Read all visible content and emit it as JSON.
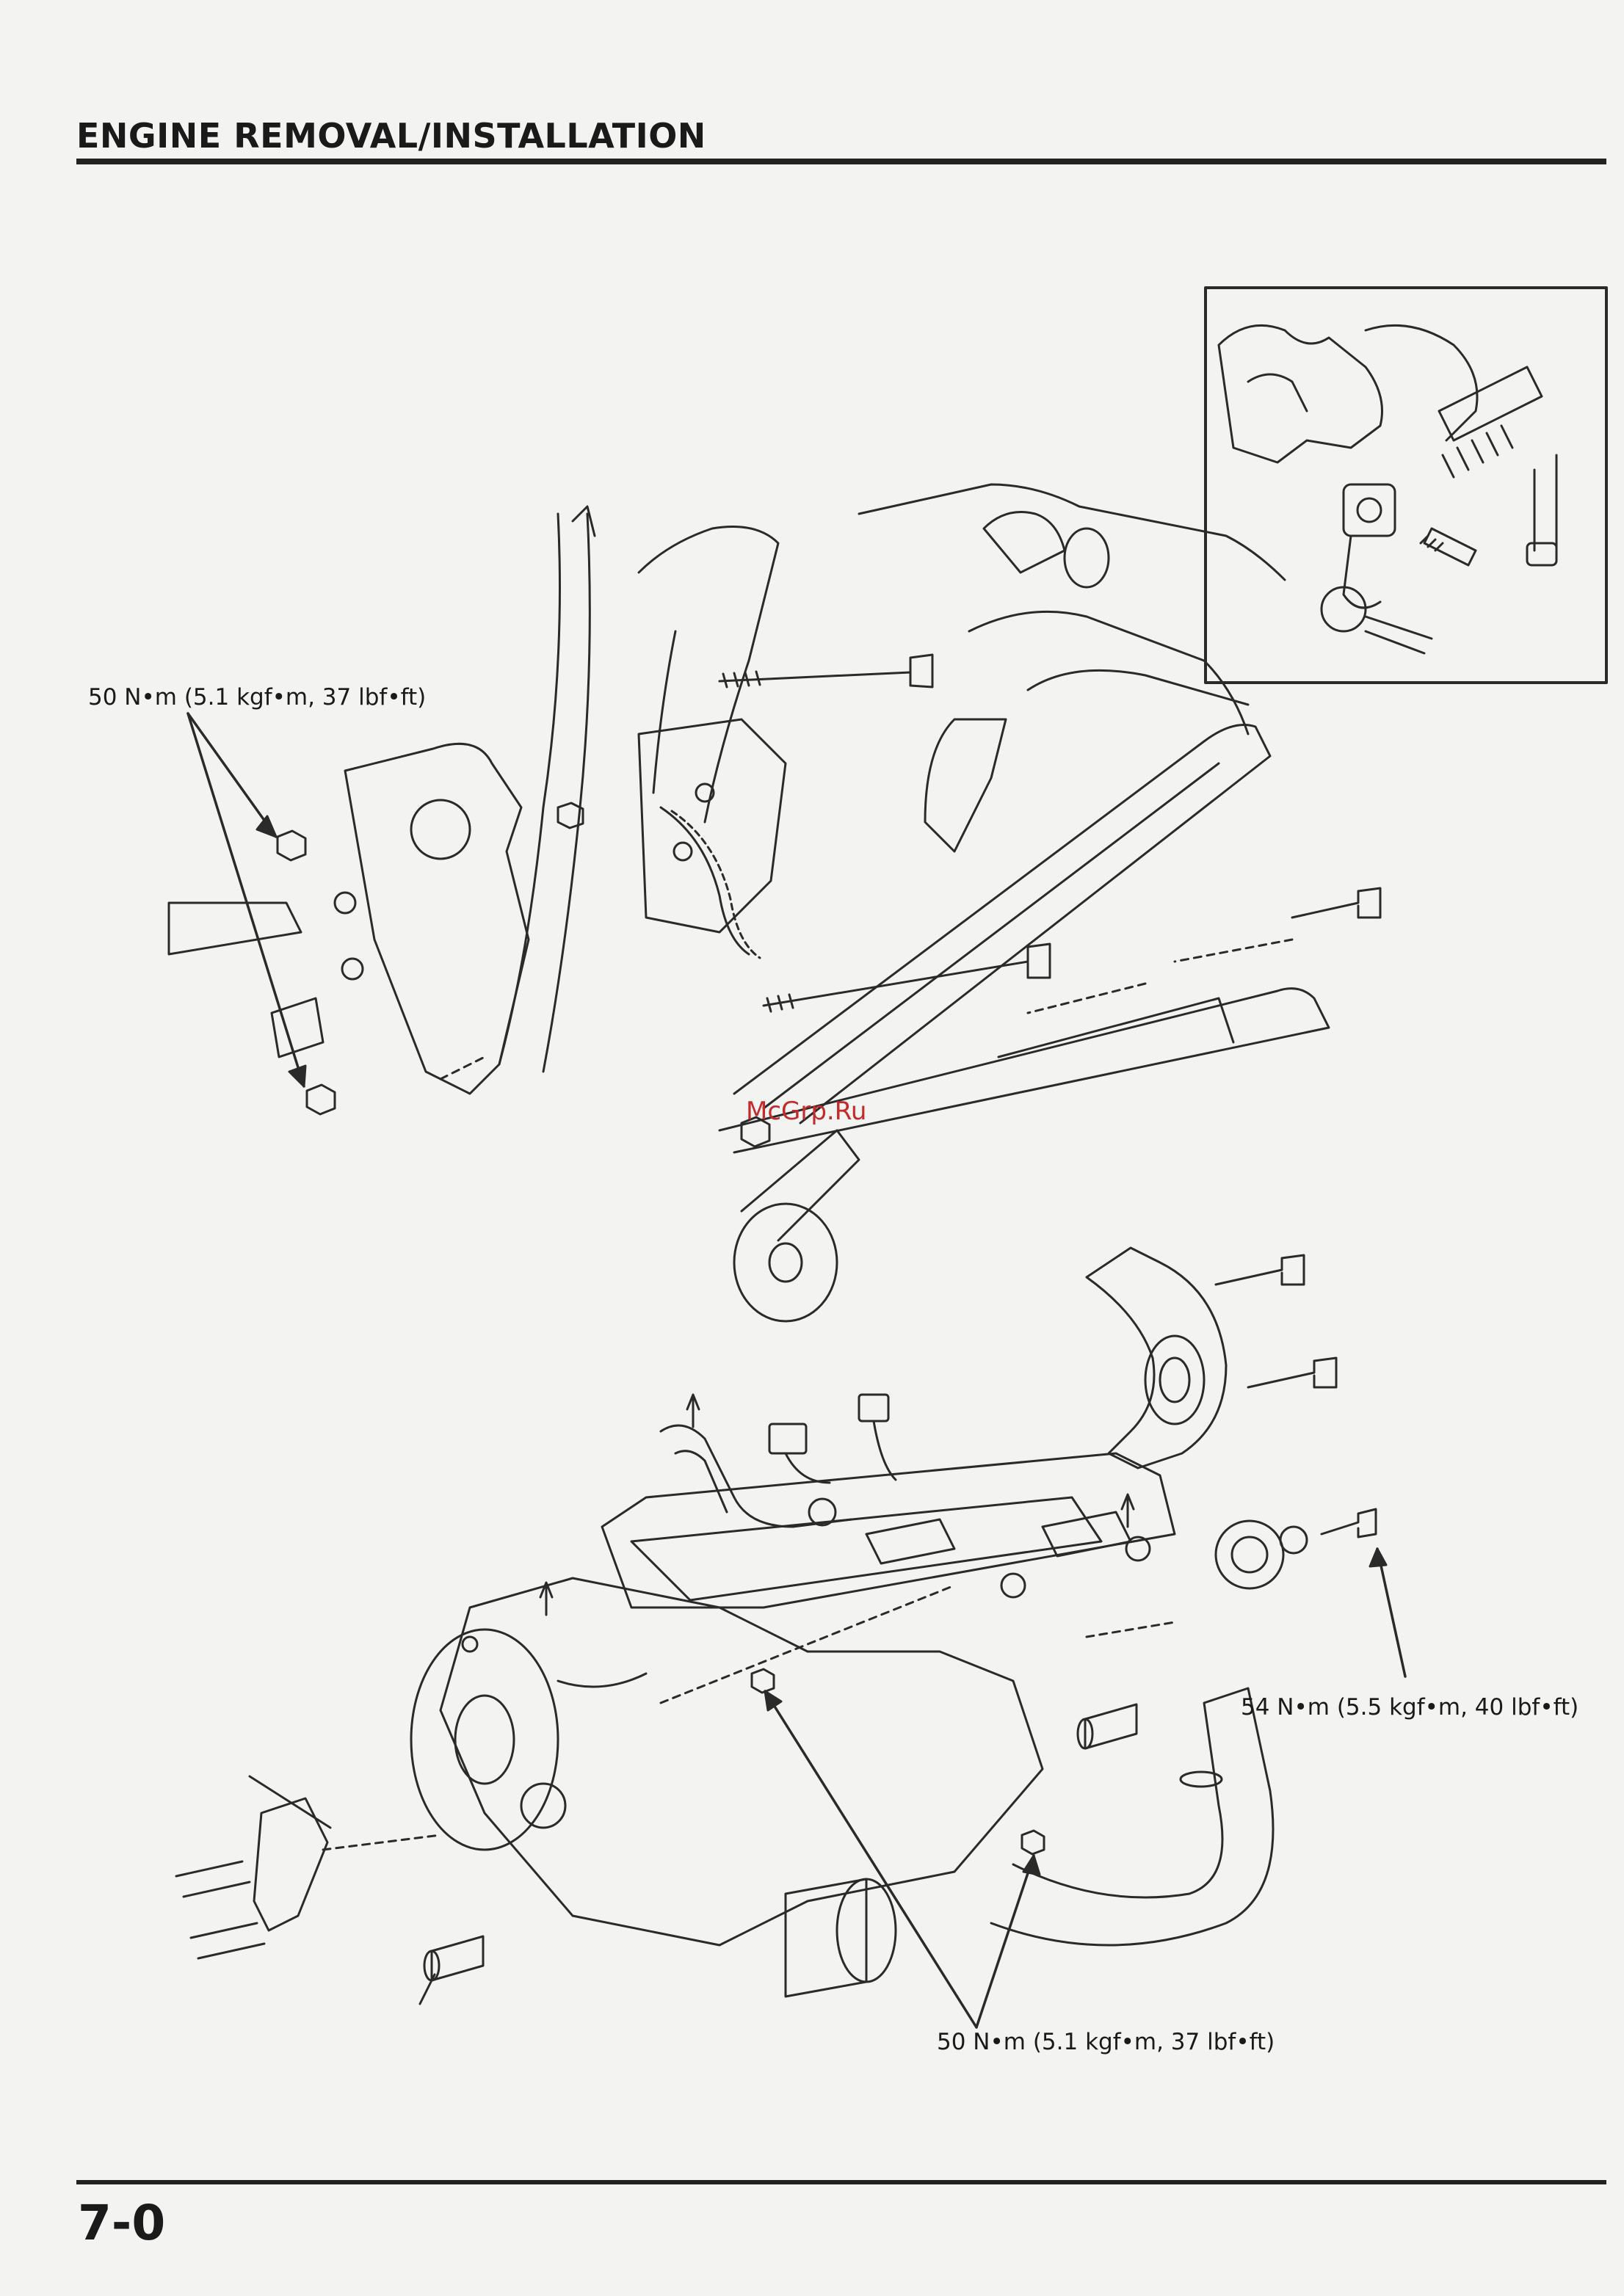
{
  "header": {
    "title": "ENGINE REMOVAL/INSTALLATION"
  },
  "torque_labels": {
    "upper_hanger": "50 N•m (5.1 kgf•m, 37 lbf•ft)",
    "drive_sprocket": "54 N•m (5.5 kgf•m, 40 lbf•ft)",
    "lower_hanger": "50 N•m (5.1 kgf•m, 37 lbf•ft)"
  },
  "watermark": "McGrp.Ru",
  "footer": {
    "page_number": "7-0"
  }
}
